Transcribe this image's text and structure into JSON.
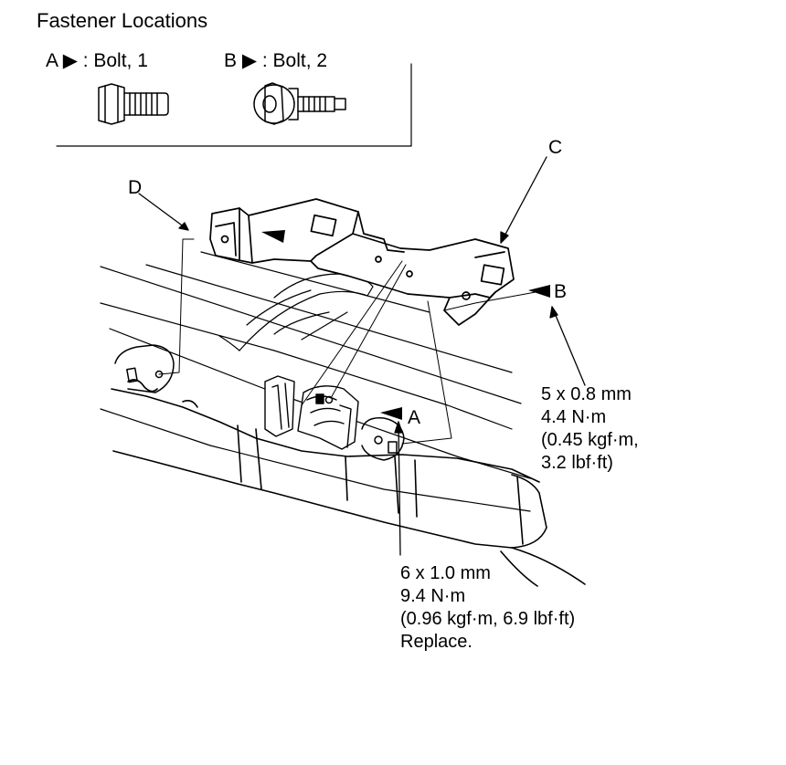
{
  "title": "Fastener Locations",
  "legend": [
    {
      "key": "A",
      "marker": "▶",
      "text": ": Bolt, 1"
    },
    {
      "key": "B",
      "marker": "▶",
      "text": ": Bolt, 2"
    }
  ],
  "callouts": {
    "A": "A",
    "B": "B",
    "C": "C",
    "D": "D"
  },
  "spec_b": [
    "5 x 0.8 mm",
    "4.4 N·m",
    "(0.45 kgf·m,",
    "3.2 lbf·ft)"
  ],
  "spec_a": [
    "6 x 1.0 mm",
    "9.4 N·m",
    "(0.96 kgf·m, 6.9 lbf·ft)",
    "Replace."
  ]
}
